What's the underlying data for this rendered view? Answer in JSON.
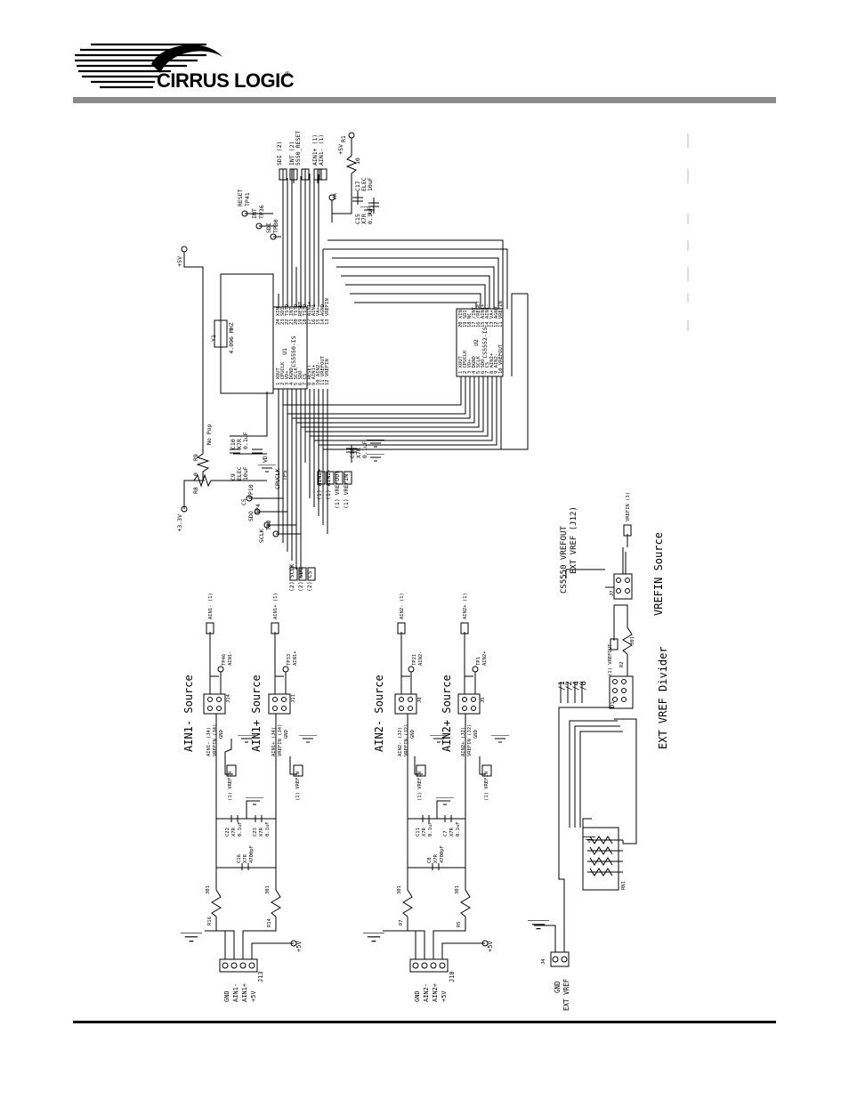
{
  "header": {
    "brand_text": "CIRRUS LOGIC",
    "registered_mark": "®"
  },
  "sections": {
    "ain1_minus_source": "AIN1- Source",
    "ain1_plus_source": "AIN1+ Source",
    "ain2_minus_source": "AIN2- Source",
    "ain2_plus_source": "AIN2+ Source",
    "ext_vref_divider": "EXT VREF Divider",
    "vrefin_source": "VREFIN Source"
  },
  "ics": {
    "u1": {
      "ref": "U1",
      "part": "CS5550-IS",
      "left_pins": [
        "1 XOUT",
        "2 CPUCLK",
        "3 VD+",
        "4 DGND",
        "5 SCLK",
        "6 SDO",
        "7 CS",
        "8 RESET",
        "9 AIN1+",
        "10 AIN2-",
        "11 VREFOUT",
        "12 VREFIN"
      ],
      "right_pins": [
        "24 XIN",
        "23 SDI",
        "22 TSTO",
        "21 INT",
        "20 TSTO",
        "19 RESET",
        "18 TSTO",
        "17 AIN1+",
        "16 AIN1-",
        "15 VA+",
        "14 AGND",
        "13 VREFIN"
      ]
    },
    "u2": {
      "ref": "U2",
      "part": "CS5552-IS",
      "left_pins": [
        "1 XOUT",
        "2 CPUCLK",
        "3 VD+",
        "4 DGND",
        "5 SCLK",
        "6 SDO",
        "7 CS",
        "8 AIN2+",
        "9 AIN2-",
        "10 VREFOUT"
      ],
      "right_pins": [
        "20 XIN",
        "19 SDI",
        "18 NC",
        "17 /INT",
        "16 /RESET",
        "15 AIN1+",
        "14 AIN1-",
        "13 VA+",
        "12 AGND",
        "11 VREFIN"
      ]
    }
  },
  "crystal": {
    "ref": "Y1",
    "value": "4.096 MHZ"
  },
  "labels": {
    "r1": "R1",
    "r1_val": "10",
    "r8": "R8",
    "r8_val": "0",
    "r9": "R9",
    "r9_val": "No Pop",
    "plus5v": "+5V",
    "plus33v": "+3.3V",
    "c17": "C17",
    "c17_elec": "ELEC",
    "c17_val": "10uF",
    "c15": "C15",
    "c15_x7r": "X7R",
    "c15_val": "0.1uF",
    "c9": "C9",
    "c9_elec": "ELEC",
    "c9_val": "10uF",
    "c10": "C10",
    "c10_x7r": "X7R",
    "c10_val": "0.1uF",
    "c18": "C18",
    "c18_x7r": "X7R",
    "c18_val": "0.1uF",
    "va": "VA",
    "vd": "VD",
    "tp41": "TP41",
    "tp36": "TP36",
    "tp30": "TP30",
    "tp5": "TP5",
    "tp10": "TP10",
    "tp4": "TP4",
    "tp2": "TP2",
    "reset_sig": "RESET",
    "int_sig": "INT",
    "sdi_sig": "SDI",
    "cpuclk_sig": "CPUCLK",
    "cs_sig": "CS",
    "sdo_sig": "SDO",
    "sclk_sig": "SCLK",
    "net_sdi": "SDI (2)",
    "net_int": "INT (2)",
    "net_reset": "5550_RESET",
    "net_ain1p": "AIN1+ (1)",
    "net_ain1m": "AIN1- (1)",
    "net_sclk": "(2) SCLK",
    "net_sdo": "(2) SDO",
    "net_cs": "(2) CS",
    "net_ain2p": "(1) AIN2+",
    "net_ain2m": "(1) AIN2-",
    "net_vrefout": "(1) VREFOUT",
    "net_vrefin": "(1) VREFIN"
  },
  "ain1": {
    "conn_ref": "J13",
    "pins": [
      "GND",
      "AIN1-",
      "AIN1+",
      "+5V"
    ],
    "r16": "R16",
    "r16_val": "301",
    "r14": "R14",
    "r14_val": "301",
    "c16": "C16",
    "c16_x7r": "X7R",
    "c16_val": "4700pF",
    "c22": "C22",
    "c22_x7r": "X7R",
    "c22_val": "0.1uF",
    "c23": "C23",
    "c23_x7r": "X7R",
    "c23_val": "0.1uF",
    "j14": "J14",
    "j11": "J11",
    "j14_pins": [
      "AIN1- (J4)",
      "VREFIN (J4)",
      "GND"
    ],
    "j11_pins": [
      "AIN1+ (J4)",
      "VREFIN (J4)",
      "GND"
    ],
    "tp46": "TP46",
    "tp46_net": "AIN1-",
    "tp33": "TP33",
    "tp33_net": "AIN1+",
    "out_minus": "AIN1- (1)",
    "out_plus": "AIN1+ (1)",
    "vrefin_a": "(1) VREFIN",
    "vrefin_b": "(1) VREFIN",
    "plus5v": "+5V"
  },
  "ain2": {
    "conn_ref": "J10",
    "pins": [
      "GND",
      "AIN2-",
      "AIN2+",
      "+5V"
    ],
    "r7": "R7",
    "r7_val": "301",
    "r5": "R5",
    "r5_val": "301",
    "c8": "C8",
    "c8_x7r": "X7R",
    "c8_val": "4700pF",
    "c11": "C11",
    "c11_x7r": "X7R",
    "c11_val": "0.1uF",
    "c7": "C7",
    "c7_x7r": "X7R",
    "c7_val": "0.1uF",
    "j8": "J8",
    "j5": "J5",
    "j8_pins": [
      "AIN2- (J2)",
      "VREFIN (J2)",
      "GND"
    ],
    "j5_pins": [
      "AIN2+ (J2)",
      "VREFIN (J2)",
      "GND"
    ],
    "tp21": "TP21",
    "tp21_net": "AIN2-",
    "tp1": "TP1",
    "tp1_net": "AIN2+",
    "out_minus": "AIN2- (1)",
    "out_plus": "AIN2+ (1)",
    "vrefin_a": "(1) VREFIN",
    "vrefin_b": "(1) VREFIN",
    "plus5v": "+5V"
  },
  "extvref": {
    "conn_ref": "J4",
    "pins": [
      "GND",
      "EXT VREF"
    ],
    "ratios": [
      "/1",
      "/2",
      "/4",
      "/8"
    ],
    "rn": "RN1",
    "j1": "J1",
    "r2": "R2",
    "r2_val": "301",
    "vrefout": "(1) VREFOUT",
    "j7": "J7",
    "vrefin_out": "VREFIN (1)",
    "cs5550_vrefout": "CS5550 VREFOUT",
    "ext_vref_j12": "EXT VREF (J12)"
  },
  "colors": {
    "ink": "#000000",
    "header_bar": "#8a8a8a"
  }
}
